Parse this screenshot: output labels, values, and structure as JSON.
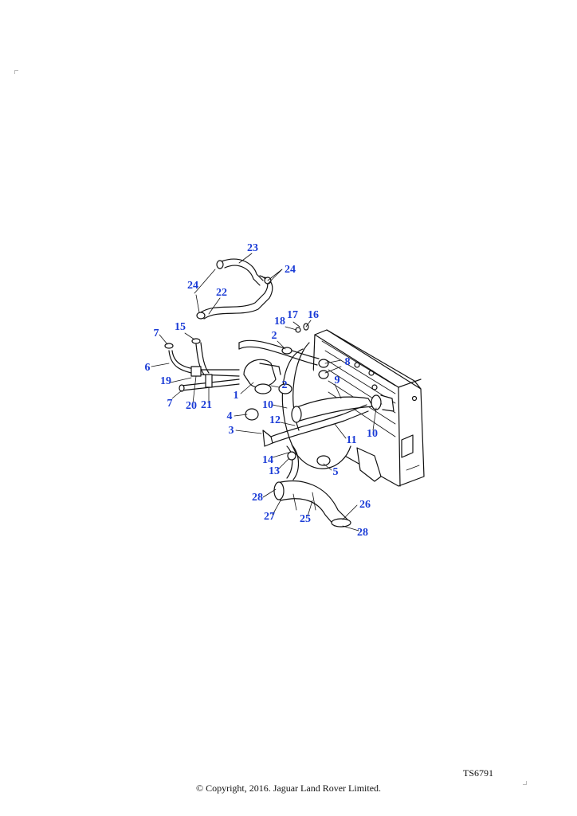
{
  "diagram": {
    "drawing_id": "TS6791",
    "copyright": "© Copyright, 2016. Jaguar Land Rover Limited.",
    "callout_color": "#1a3bd6",
    "callouts": [
      "23",
      "24",
      "24",
      "22",
      "18",
      "17",
      "16",
      "2",
      "7",
      "15",
      "8",
      "6",
      "9",
      "19",
      "1",
      "2",
      "7",
      "20",
      "21",
      "10",
      "10",
      "4",
      "12",
      "3",
      "11",
      "14",
      "13",
      "5",
      "28",
      "26",
      "27",
      "25",
      "28"
    ]
  }
}
